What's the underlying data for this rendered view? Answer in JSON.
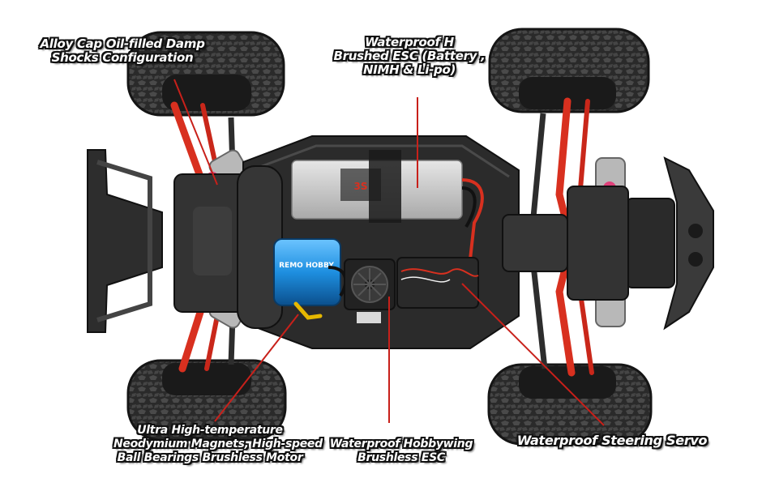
{
  "labels": {
    "shocks": [
      "Alloy Cap Oil-filled Damp",
      "Shocks Configuration"
    ],
    "esc_brushed": [
      "Waterproof H",
      "Brushed ESC (Battery ,",
      "NIMH & Li-po)"
    ],
    "motor": [
      "Ultra High-temperature",
      "Neodymium Magnets, High-speed",
      "Ball Bearings Brushless Motor"
    ],
    "esc_brushless": [
      "Waterproof Hobbywing",
      "Brushless ESC"
    ],
    "servo": [
      "Waterproof Steering Servo"
    ]
  },
  "battery_graphic_text": "3S",
  "motor_graphic_text": [
    "REMO HOBBY"
  ],
  "colors": {
    "chassis": "#2b2b2b",
    "chassis_light": "#4a4a4a",
    "suspension_red": "#d8301f",
    "tire": "#2a2a2a",
    "callout_line": "#c8201a",
    "motor_blue": "#1e8fe0",
    "battery_silver": "#c9c9c9",
    "spring_silver": "#b8b8b8",
    "shock_pink": "#e0407a"
  }
}
